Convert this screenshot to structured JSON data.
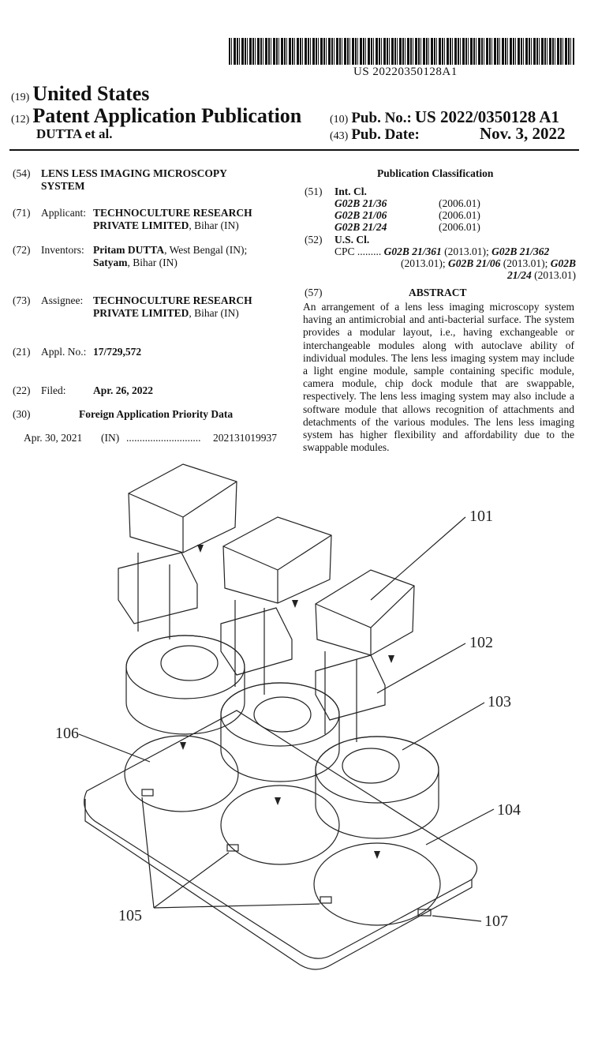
{
  "barcode_number": "US 20220350128A1",
  "header": {
    "c19": "(19)",
    "country": "United States",
    "c12": "(12)",
    "doc_type": "Patent Application Publication",
    "inventor_short": "DUTTA et al.",
    "c10": "(10)",
    "pub_no_label": "Pub. No.:",
    "pub_no": "US 2022/0350128 A1",
    "c43": "(43)",
    "pub_date_label": "Pub. Date:",
    "pub_date": "Nov. 3, 2022"
  },
  "left": {
    "c54": "(54)",
    "title_line1": "LENS LESS IMAGING MICROSCOPY",
    "title_line2": "SYSTEM",
    "c71": "(71)",
    "applicant_label": "Applicant:",
    "applicant_name1": "TECHNOCULTURE RESEARCH",
    "applicant_name2": "PRIVATE LIMITED",
    "applicant_loc": ", Bihar (IN)",
    "c72": "(72)",
    "inventors_label": "Inventors:",
    "inventor1_name": "Pritam DUTTA",
    "inventor1_loc": ", West Bengal (IN);",
    "inventor2_name": "Satyam",
    "inventor2_loc": ", Bihar (IN)",
    "c73": "(73)",
    "assignee_label": "Assignee:",
    "assignee_name1": "TECHNOCULTURE RESEARCH",
    "assignee_name2": "PRIVATE LIMITED",
    "assignee_loc": ", Bihar (IN)",
    "c21": "(21)",
    "appl_label": "Appl. No.:",
    "appl_no": "17/729,572",
    "c22": "(22)",
    "filed_label": "Filed:",
    "filed_date": "Apr. 26, 2022",
    "c30": "(30)",
    "priority_title": "Foreign Application Priority Data",
    "priority_date": "Apr. 30, 2021",
    "priority_country": "(IN)",
    "priority_dots": "............................",
    "priority_no": "202131019937"
  },
  "right": {
    "class_title": "Publication Classification",
    "c51": "(51)",
    "intcl_label": "Int. Cl.",
    "intcl": [
      {
        "code": "G02B 21/36",
        "year": "(2006.01)"
      },
      {
        "code": "G02B 21/06",
        "year": "(2006.01)"
      },
      {
        "code": "G02B 21/24",
        "year": "(2006.01)"
      }
    ],
    "c52": "(52)",
    "uscl_label": "U.S. Cl.",
    "cpc_label": "CPC",
    "cpc_dots": ".........",
    "cpc1": "G02B 21/361",
    "cpc1y": " (2013.01); ",
    "cpc2": "G02B 21/362",
    "cpc2y": "(2013.01); ",
    "cpc3": "G02B 21/06",
    "cpc3y": " (2013.01); ",
    "cpc4a": "G02B",
    "cpc4b": "21/24",
    "cpc4y": " (2013.01)",
    "c57": "(57)",
    "abstract_title": "ABSTRACT",
    "abstract": "An arrangement of a lens less imaging microscopy system having an antimicrobial and anti-bacterial surface. The system provides a modular layout, i.e., having exchangeable or interchangeable modules along with autoclave ability of individual modules. The lens less imaging system may include a light engine module, sample containing specific module, camera module, chip dock module that are swappable, respectively. The lens less imaging system may also include a software module that allows recognition of attachments and detachments of the various modules. The lens less imaging system has higher flexibility and affordability due to the swappable modules."
  },
  "figure": {
    "labels": [
      "101",
      "102",
      "103",
      "104",
      "105",
      "106",
      "107"
    ]
  }
}
